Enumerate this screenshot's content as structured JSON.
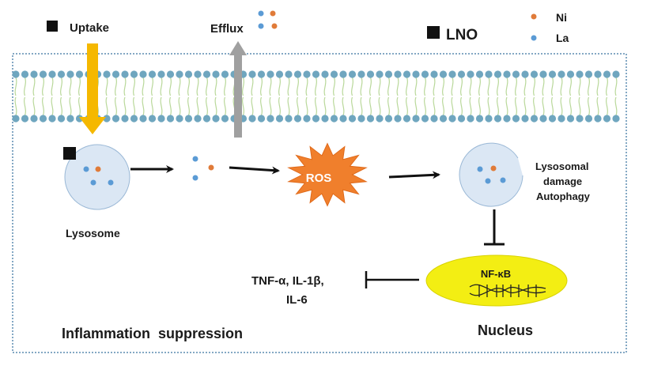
{
  "legend": {
    "uptake_label": "Uptake",
    "efflux_label": "Efflux",
    "lno_label": "LNO",
    "ni_label": "Ni",
    "la_label": "La"
  },
  "labels": {
    "lysosome": "Lysosome",
    "ros": "ROS",
    "lysosomal_damage": "Lysosomal",
    "damage": "damage",
    "autophagy": "Autophagy",
    "nfkb": "NF-κB",
    "cytokines_line1": "TNF-α, IL-1β,",
    "cytokines_line2": "IL-6",
    "inflammation": "Inflammation  suppression",
    "nucleus": "Nucleus"
  },
  "colors": {
    "ni": "#e07b39",
    "la": "#5b9bd5",
    "uptake_arrow": "#f5b800",
    "efflux_arrow": "#a0a0a0",
    "ros_burst": "#f07f2c",
    "nucleus": "#f3ee13",
    "membrane_head": "#6fa6bf",
    "membrane_tail": "#b9d89a",
    "border": "#5b8bb0"
  }
}
